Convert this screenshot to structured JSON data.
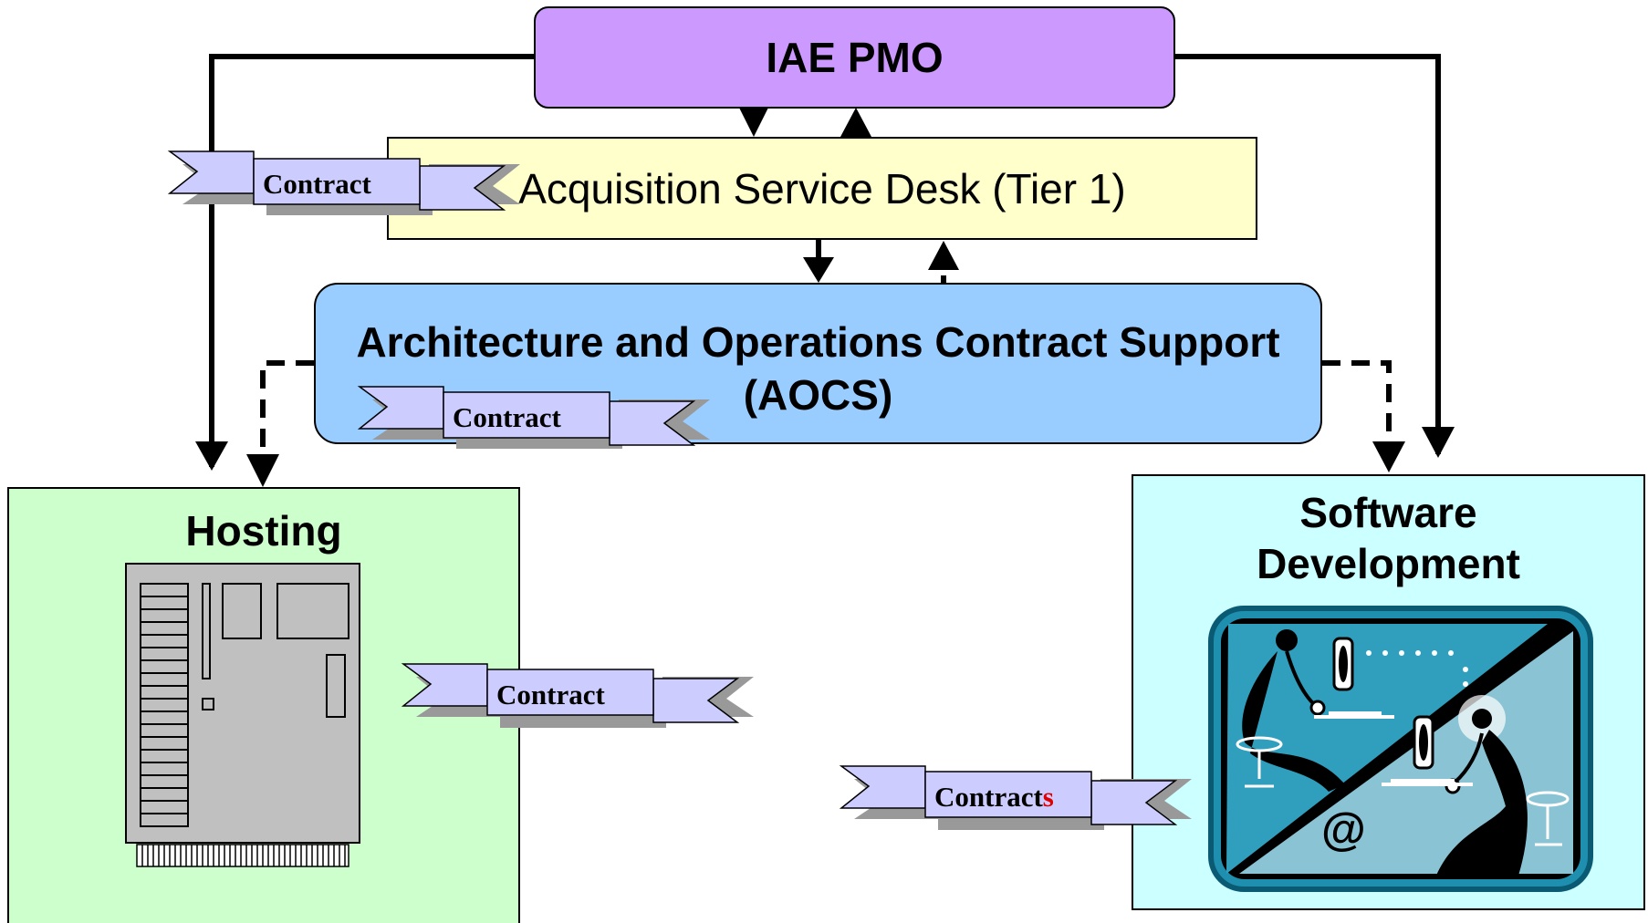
{
  "nodes": {
    "pmo": "IAE PMO",
    "service_desk": "Acquisition Service Desk (Tier 1)",
    "aocs_line1": "Architecture and Operations Contract Support",
    "aocs_line2": "(AOCS)",
    "hosting": "Hosting",
    "software_line1": "Software",
    "software_line2": "Development"
  },
  "ribbons": {
    "service_desk": "Contract",
    "aocs": "Contract",
    "hosting": "Contract",
    "software_main": "Contract",
    "software_suffix": "s"
  },
  "icons": {
    "hosting": "server-board-icon",
    "software": "developers-at-computers-icon",
    "at_symbol": "@"
  },
  "colors": {
    "pmo": "#cc99ff",
    "service_desk": "#ffffcc",
    "aocs": "#99ccff",
    "hosting": "#ccffcc",
    "software": "#ccffff",
    "ribbon": "#ccccff",
    "ribbon_shadow": "#999999",
    "contracts_suffix": "#e00000"
  }
}
